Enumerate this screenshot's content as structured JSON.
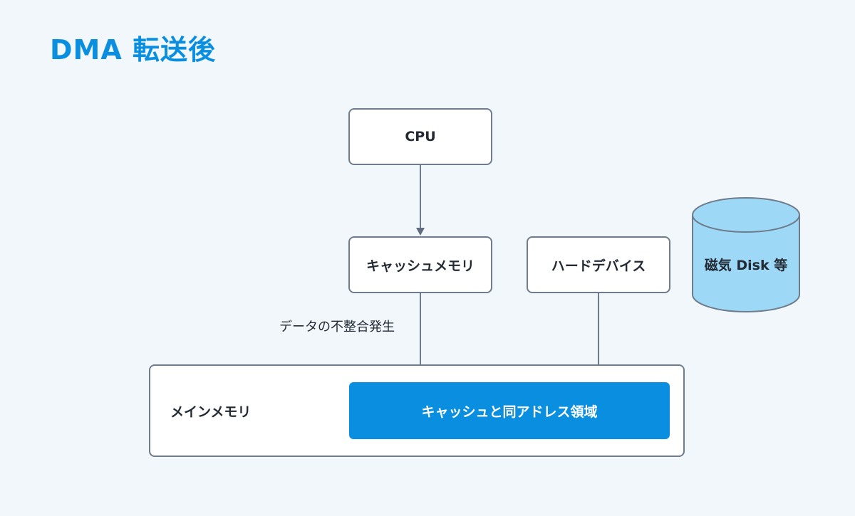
{
  "title": "DMA 転送後",
  "nodes": {
    "cpu": "CPU",
    "cache_memory": "キャッシュメモリ",
    "hard_device": "ハードデバイス",
    "disk": "磁気 Disk 等",
    "main_memory": "メインメモリ",
    "cache_region": "キャッシュと同アドレス領域"
  },
  "edge_labels": {
    "inconsistency": "データの不整合発生"
  },
  "colors": {
    "background": "#f2f7fc",
    "accent": "#0a8fe0",
    "cylinder_fill": "#9dd9f7",
    "stroke": "#6f7c8c"
  }
}
